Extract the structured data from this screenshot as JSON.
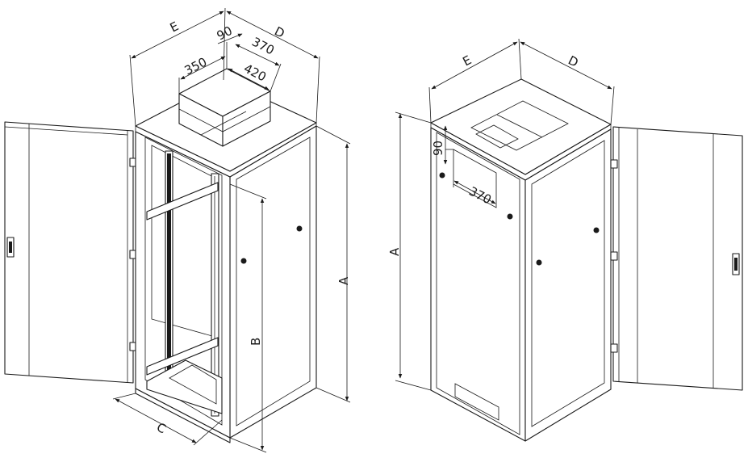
{
  "left_view": {
    "labels": {
      "E": "E",
      "D": "D",
      "A": "A",
      "B": "B",
      "C": "C",
      "cutout_90": "90",
      "cutout_370": "370",
      "cutout_350": "350",
      "cutout_420": "420"
    }
  },
  "right_view": {
    "labels": {
      "E": "E",
      "D": "D",
      "A": "A",
      "cutout_90": "90",
      "cutout_370": "370"
    }
  }
}
